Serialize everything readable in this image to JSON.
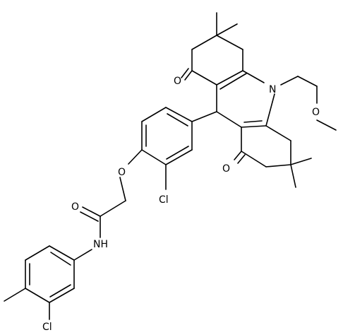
{
  "diagram": {
    "type": "chemical-structure",
    "atom_labels": [
      {
        "id": "o_ketone_top",
        "text": "O"
      },
      {
        "id": "n_ring",
        "text": "N"
      },
      {
        "id": "o_methoxy",
        "text": "O"
      },
      {
        "id": "o_ketone_bottom",
        "text": "O"
      },
      {
        "id": "o_ether",
        "text": "O"
      },
      {
        "id": "cl_upper",
        "text": "Cl"
      },
      {
        "id": "o_amide",
        "text": "O"
      },
      {
        "id": "nh_amide",
        "text": "NH"
      },
      {
        "id": "cl_lower",
        "text": "Cl"
      }
    ]
  }
}
